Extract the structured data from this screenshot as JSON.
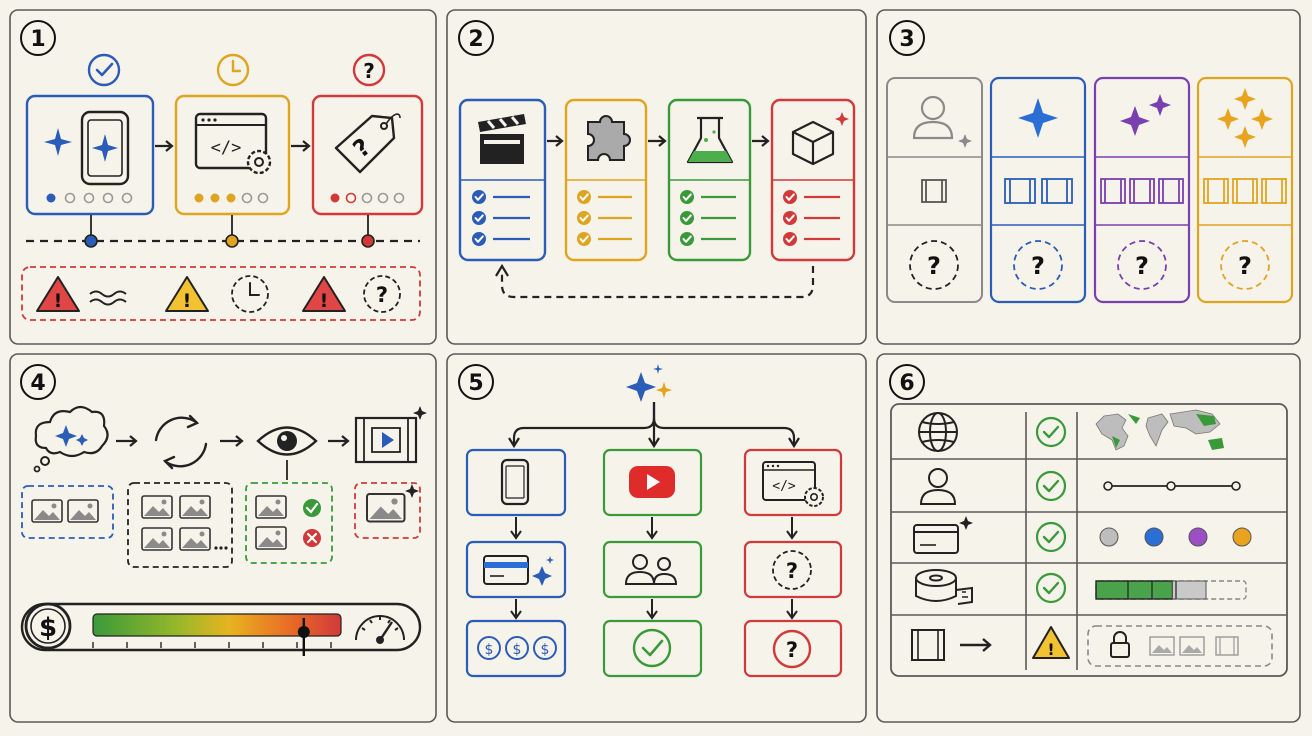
{
  "panels": [
    {
      "number": "1"
    },
    {
      "number": "2"
    },
    {
      "number": "3"
    },
    {
      "number": "4"
    },
    {
      "number": "5"
    },
    {
      "number": "6"
    }
  ],
  "colors": {
    "background": "#f6f3ea",
    "panel_border": "#5a5a5a",
    "ink": "#1a1a1a",
    "blue": "#2b5cb8",
    "yellow": "#e0a520",
    "red": "#d23a3a",
    "green": "#3a9a3a",
    "purple": "#7a3fb0",
    "gray": "#8a8a8a"
  },
  "glyphs": {
    "question": "?",
    "exclamation": "!",
    "code": "</>",
    "dollar": "$"
  },
  "panel1": {
    "cards": [
      {
        "name": "device-card",
        "color": "blue",
        "status_icon": "check-icon",
        "icon": "smartphone-sparkle-icon",
        "progress_dots": [
          1,
          0,
          0,
          0,
          0
        ]
      },
      {
        "name": "code-card",
        "color": "yellow",
        "status_icon": "clock-icon",
        "icon": "code-window-gear-icon",
        "progress_dots": [
          1,
          1,
          1,
          0,
          0
        ]
      },
      {
        "name": "price-card",
        "color": "red",
        "status_icon": "question-icon",
        "icon": "price-tag-question-icon",
        "progress_dots": [
          1,
          0,
          0,
          0,
          0
        ]
      }
    ],
    "risk_icons": [
      "warning-icon",
      "wave-icon",
      "warning-icon",
      "clock-icon",
      "warning-icon",
      "question-icon"
    ]
  },
  "panel2": {
    "stages": [
      {
        "name": "clapperboard",
        "color": "blue",
        "icon": "clapperboard-icon",
        "checks": 3
      },
      {
        "name": "puzzle",
        "color": "yellow",
        "icon": "puzzle-piece-icon",
        "checks": 3
      },
      {
        "name": "flask",
        "color": "green",
        "icon": "flask-icon",
        "checks": 3
      },
      {
        "name": "cube",
        "color": "red",
        "icon": "cube-icon",
        "checks": 3
      }
    ],
    "loop_icon": "dashed-loop-arrow-icon"
  },
  "panel3": {
    "columns": [
      {
        "color": "gray",
        "top_icon": "user-icon",
        "film_frames": 1
      },
      {
        "color": "blue",
        "top_icon": "sparkle-icon",
        "film_frames": 2
      },
      {
        "color": "purple",
        "top_icon": "sparkles-two-icon",
        "film_frames": 3
      },
      {
        "color": "yellow",
        "top_icon": "sparkles-four-icon",
        "film_frames": 3
      }
    ]
  },
  "panel4": {
    "flow_icons": [
      "thought-cloud-icon",
      "cycle-arrows-icon",
      "eye-icon",
      "video-player-icon"
    ],
    "gauge": {
      "level": 0.85,
      "icons": [
        "dollar-icon",
        "speedometer-icon"
      ]
    }
  },
  "panel5": {
    "branches": [
      {
        "color": "blue",
        "icons": [
          "smartphone-icon",
          "credit-card-sparkle-icon",
          "coins-icon"
        ]
      },
      {
        "color": "green",
        "icons": [
          "play-button-icon",
          "users-icon",
          "check-icon"
        ]
      },
      {
        "color": "red",
        "icons": [
          "code-window-gear-icon",
          "question-icon",
          "question-icon"
        ]
      }
    ]
  },
  "panel6": {
    "rows": [
      {
        "icon": "globe-icon",
        "status": "check-icon",
        "detail": "world-map-icon"
      },
      {
        "icon": "user-icon",
        "status": "check-icon",
        "detail": "timeline-slider-icon"
      },
      {
        "icon": "credit-card-icon",
        "status": "check-icon",
        "detail": "color-dots-icon"
      },
      {
        "icon": "tape-measure-icon",
        "status": "check-icon",
        "detail": "progress-bar-icon",
        "progress": 0.6
      },
      {
        "icon": "film-arrow-icon",
        "status": "warning-icon",
        "detail": "locked-media-icon"
      }
    ],
    "dot_colors": [
      "#bdbdbd",
      "#2b6fd6",
      "#9c4fc4",
      "#e8a41f"
    ]
  }
}
